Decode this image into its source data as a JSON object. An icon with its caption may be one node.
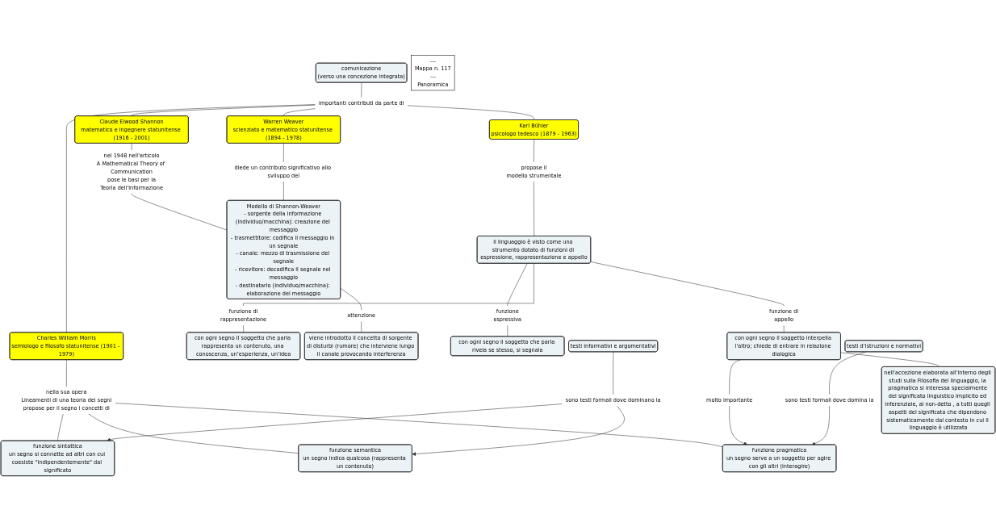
{
  "diagram": {
    "nodes": [
      {
        "text": [
          "comunicazione",
          "(verso una concezione integrata)"
        ]
      },
      {
        "text": [
          "---",
          "Mappa n. 117",
          "---",
          "Panoramica"
        ]
      },
      {
        "text": [
          "importanti contributi da parte di"
        ]
      },
      {
        "text": [
          "Karl Bühler",
          "psicologo tedesco (1879 - 1963)"
        ]
      },
      {
        "text": [
          "Charles William Morris",
          "semiologo e filosofo statunitense (1901 - 1979)"
        ]
      },
      {
        "text": [
          "Claude Elwood Shannon",
          "matematico e ingegnere statunitense (1916 - 2001)"
        ]
      },
      {
        "text": [
          "Warren Weaver",
          "scienziato e matematico statunitense (1894 - 1978)"
        ]
      },
      {
        "text": [
          "propose il",
          "modello strumentale"
        ]
      },
      {
        "text": [
          "nella sua opera",
          "Lineamenti di una teoria dei segni",
          "propose per il segno i concetti di"
        ]
      },
      {
        "text": [
          "nel 1948 nell'articolo",
          "A Mathematical Theory of Communication",
          "pose le basi per la",
          "Teoria dell'informazione"
        ]
      },
      {
        "text": [
          "diede un contributo significativo allo sviluppo del"
        ]
      },
      {
        "text": [
          "il linguaggio è visto come uno strumento dotato di funzioni di espressione, rappresentazione e appello"
        ]
      },
      {
        "text": [
          "funzione pragmatica",
          "un segno serve a un soggetto per agire con gli altri (interagire)"
        ]
      },
      {
        "text": [
          "Modello di Shannon-Weaver",
          "- sorgente della informazione (individuo/macchina): creazione del messaggio",
          "- trasmettitore: codifica il messaggio in un segnale",
          "- canale: mezzo di trasmissione del segnale",
          "- ricevitore: decodifica il segnale nel messaggio",
          "- destinatario (individuo/macchina): elaborazione del messaggio"
        ]
      },
      {
        "text": [
          "funzione",
          "espressiva"
        ]
      },
      {
        "text": [
          "funzione di",
          "rappresentazione"
        ]
      },
      {
        "text": [
          "funzione di",
          "appello"
        ]
      },
      {
        "text": [
          "funzione semantica",
          "un segno indica qualcosa (rappresenta un contenuto)"
        ]
      },
      {
        "text": [
          "molto importante"
        ]
      },
      {
        "text": [
          "con ogni segno il soggetto che parla rappresenta un contenuto, una conoscenza, un’esperienza, un’idea"
        ]
      },
      {
        "text": [
          "attenzione"
        ]
      },
      {
        "text": [
          "funzione sintattica",
          "un segno si connette ad altri con cui coesiste \"indipendentemente\" dal significato"
        ]
      },
      {
        "text": [
          "viene introdotto il concetto di sorgente di disturbi (rumore) che interviene lungo il canale provocando interferenza"
        ]
      },
      {
        "text": [
          "con ogni segno il soggetto che parla rivela se stesso, si segnala"
        ]
      },
      {
        "text": [
          "con ogni segno il soggetto interpella l'altro; chiede di entrare in relazione dialogica"
        ]
      },
      {
        "text": [
          "sono testi formali dove dominano la"
        ]
      },
      {
        "text": [
          "testi informativi e argomentativi"
        ]
      },
      {
        "text": [
          "sono testi formali dove domina la"
        ]
      },
      {
        "text": [
          "nell'accezione elaborata all'interno degli studi sulla Filosofia del linguaggio, la pragmatica si interessa specialmente del significato linguistico implicito ed inferenziale, al non-detto , a tutti quegli aspetti del significato che dipendono sistematicamente dal contesto in cui il linguaggio è utilizzato"
        ]
      },
      {
        "text": [
          "testi d’istruzioni e normativi"
        ]
      }
    ],
    "edges": [
      {
        "from": 0,
        "to": 2,
        "arrow": "none"
      },
      {
        "from": 2,
        "to": 3,
        "arrow": "none"
      },
      {
        "from": 2,
        "to": 4,
        "arrow": "none"
      },
      {
        "from": 2,
        "to": 5,
        "arrow": "none"
      },
      {
        "from": 2,
        "to": 6,
        "arrow": "none"
      },
      {
        "from": 3,
        "to": 7,
        "arrow": "none"
      },
      {
        "from": 7,
        "to": 11,
        "arrow": "none"
      },
      {
        "from": 4,
        "to": 8,
        "arrow": "none"
      },
      {
        "from": 8,
        "to": 12,
        "arrow": "none"
      },
      {
        "from": 8,
        "to": 17,
        "arrow": "none"
      },
      {
        "from": 8,
        "to": 21,
        "arrow": "none"
      },
      {
        "from": 5,
        "to": 9,
        "arrow": "none"
      },
      {
        "from": 9,
        "to": 13,
        "arrow": "none"
      },
      {
        "from": 6,
        "to": 10,
        "arrow": "none"
      },
      {
        "from": 10,
        "to": 13,
        "arrow": "none"
      },
      {
        "from": 11,
        "to": 14,
        "arrow": "none"
      },
      {
        "from": 11,
        "to": 15,
        "arrow": "none"
      },
      {
        "from": 11,
        "to": 16,
        "arrow": "none"
      },
      {
        "from": 14,
        "to": 23,
        "arrow": "none"
      },
      {
        "from": 15,
        "to": 19,
        "arrow": "none"
      },
      {
        "from": 16,
        "to": 24,
        "arrow": "none"
      },
      {
        "from": 24,
        "to": 18,
        "arrow": "none"
      },
      {
        "from": 18,
        "to": 12,
        "arrow": "to"
      },
      {
        "from": 24,
        "to": 28,
        "arrow": "none"
      },
      {
        "from": 13,
        "to": 20,
        "arrow": "none"
      },
      {
        "from": 20,
        "to": 22,
        "arrow": "none"
      },
      {
        "from": 26,
        "to": 25,
        "arrow": "none"
      },
      {
        "from": 25,
        "to": 21,
        "arrow": "to"
      },
      {
        "from": 25,
        "to": 17,
        "arrow": "to"
      },
      {
        "from": 29,
        "to": 27,
        "arrow": "none"
      },
      {
        "from": 27,
        "to": 12,
        "arrow": "to"
      }
    ]
  }
}
